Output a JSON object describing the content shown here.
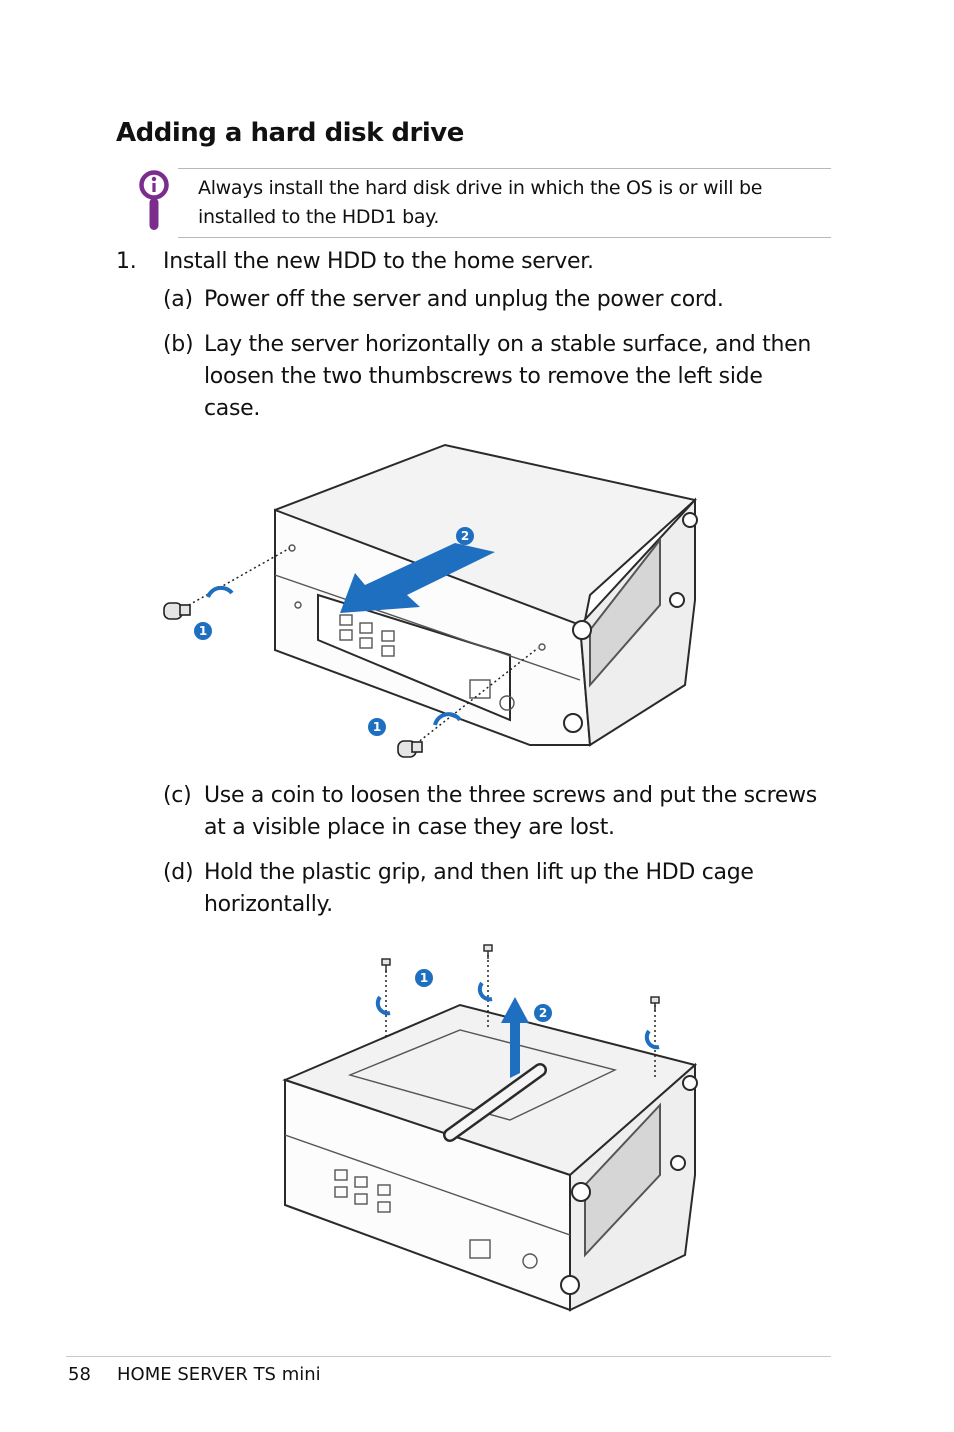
{
  "heading": "Adding a hard disk drive",
  "note": {
    "icon": "magnifier-note-icon",
    "icon_color": "#7b2d8e",
    "text": "Always install the hard disk drive in which the OS is or will be installed to the HDD1 bay."
  },
  "steps": [
    {
      "number": "1.",
      "text": "Install the new HDD to the home server.",
      "substeps": [
        {
          "label": "(a)",
          "text": "Power off the server and unplug the power cord."
        },
        {
          "label": "(b)",
          "text": "Lay the server horizontally on a stable surface, and then loosen the two thumbscrews to remove the left side case."
        },
        {
          "label": "(c)",
          "text": "Use a coin to loosen the three screws and put the screws at a visible place in case they are lost."
        },
        {
          "label": "(d)",
          "text": "Hold the plastic grip, and then lift up the HDD cage horizontally."
        }
      ]
    }
  ],
  "figure1": {
    "callouts": [
      "1",
      "1",
      "2"
    ]
  },
  "figure2": {
    "callouts": [
      "1",
      "2"
    ]
  },
  "colors": {
    "accent": "#1f6fc0",
    "text": "#111111"
  },
  "footer": {
    "page_number": "58",
    "title": "HOME SERVER TS mini"
  }
}
